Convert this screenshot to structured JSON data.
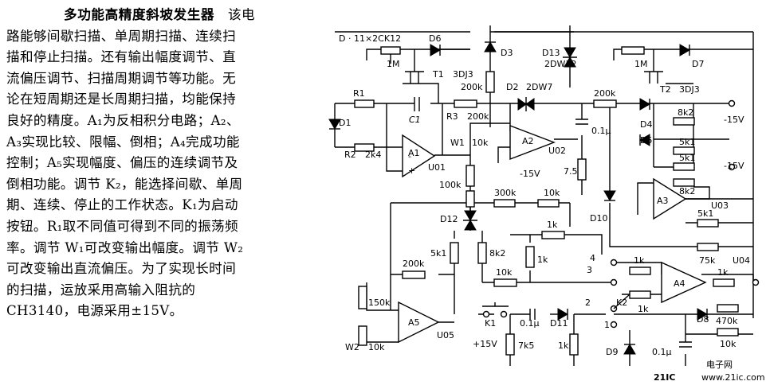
{
  "description": {
    "title": "多功能高精度斜坡发生器",
    "lines": [
      "该电",
      "路能够间歇扫描、单周期扫描、连续扫",
      "描和停止扫描。还有输出幅度调节、直",
      "流偏压调节、扫描周期调节等功能。无",
      "论在短周期还是长周期扫描，均能保持",
      "良好的精度。A₁为反相积分电路；A₂、",
      "A₃实现比较、限幅、倒相；A₄完成功能",
      "控制；A₅实现幅度、偏压的连续调节及",
      "倒相功能。调节 K₂，能选择间歇、单周",
      "期、连续、停止的工作状态。K₁为启动",
      "按钮。R₁取不同值可得到不同的振荡频",
      "率。调节 W₁可改变输出幅度。调节 W₂",
      "可改变输出直流偏压。为了实现长时间",
      "的扫描，运放采用高输入阻抗的",
      "CH3140，电源采用±15V。"
    ]
  },
  "circuit": {
    "labels": {
      "d_diodes": "D · 11×2CK12",
      "d6": "D6",
      "d3": "D3",
      "d13": "D13",
      "d13_type": "2DW12",
      "r_1m_top": "1M",
      "t1": "T1",
      "t1_type": "3DJ3",
      "r_200k_a": "200k",
      "r1": "R1",
      "c1": "C1",
      "r3": "R3",
      "r3_val": "200k",
      "d2": "D2",
      "d2_type": "2DW7",
      "d1": "D1",
      "r2": "R2",
      "r2_val": "2k4",
      "a1": "A1",
      "u01": "U01",
      "w1": "W1",
      "w1_val": "10k",
      "a2": "A2",
      "u02": "U02",
      "cap_01u_mid": "0.1μ",
      "neg15_mid": "-15V",
      "v75": "7.5",
      "r_100k": "100k",
      "r_300k": "300k",
      "r_10k_top": "10k",
      "d12": "D12",
      "r_5k1_a": "5k1",
      "r_8k2_a": "8k2",
      "r_1k_a": "1k",
      "r_1k_b": "1k",
      "r_10k_mid": "10k",
      "r_200k_b": "200k",
      "r_150k": "150k",
      "a5": "A5",
      "u05": "U05",
      "w2": "W2",
      "w2_val": "10k",
      "pos15": "+15V",
      "k1": "K1",
      "cap_01u_k1": "0.1μ",
      "d11": "D11",
      "r_7k5": "7k5",
      "r_1k_c": "1k",
      "r_1m_right": "1M",
      "d7": "D7",
      "t2": "T2",
      "r_200k_c": "200k",
      "t2_type": "3DJ3",
      "d4": "D4",
      "r_8k2_b": "8k2",
      "neg15_r1": "-15V",
      "d5": "D5",
      "r_5k1_b": "5k1",
      "r_5k1_c": "5k1",
      "neg15_r2": "-15V",
      "r_8k2_c": "8k2",
      "a3": "A3",
      "u03": "U03",
      "d10": "D10",
      "r_5k1_d": "5k1",
      "r_75k": "75k",
      "u04": "U04",
      "r_1k_d": "1k",
      "a4": "A4",
      "r_1k_e": "1k",
      "k2": "K2",
      "r_1k_f": "1k",
      "sw_4": "4",
      "sw_3": "3",
      "sw_2": "2",
      "sw_1": "1",
      "d8": "D8",
      "r_470k": "470k",
      "r_10k_bot": "10k",
      "d9": "D9",
      "cap_01u_bot": "0.1μ"
    },
    "watermark": {
      "brand": "21IC",
      "cn": "电子网",
      "url": "www.21ic.com",
      "color_brand": "#d85a6a",
      "color_cn": "#8a8a8a"
    }
  }
}
